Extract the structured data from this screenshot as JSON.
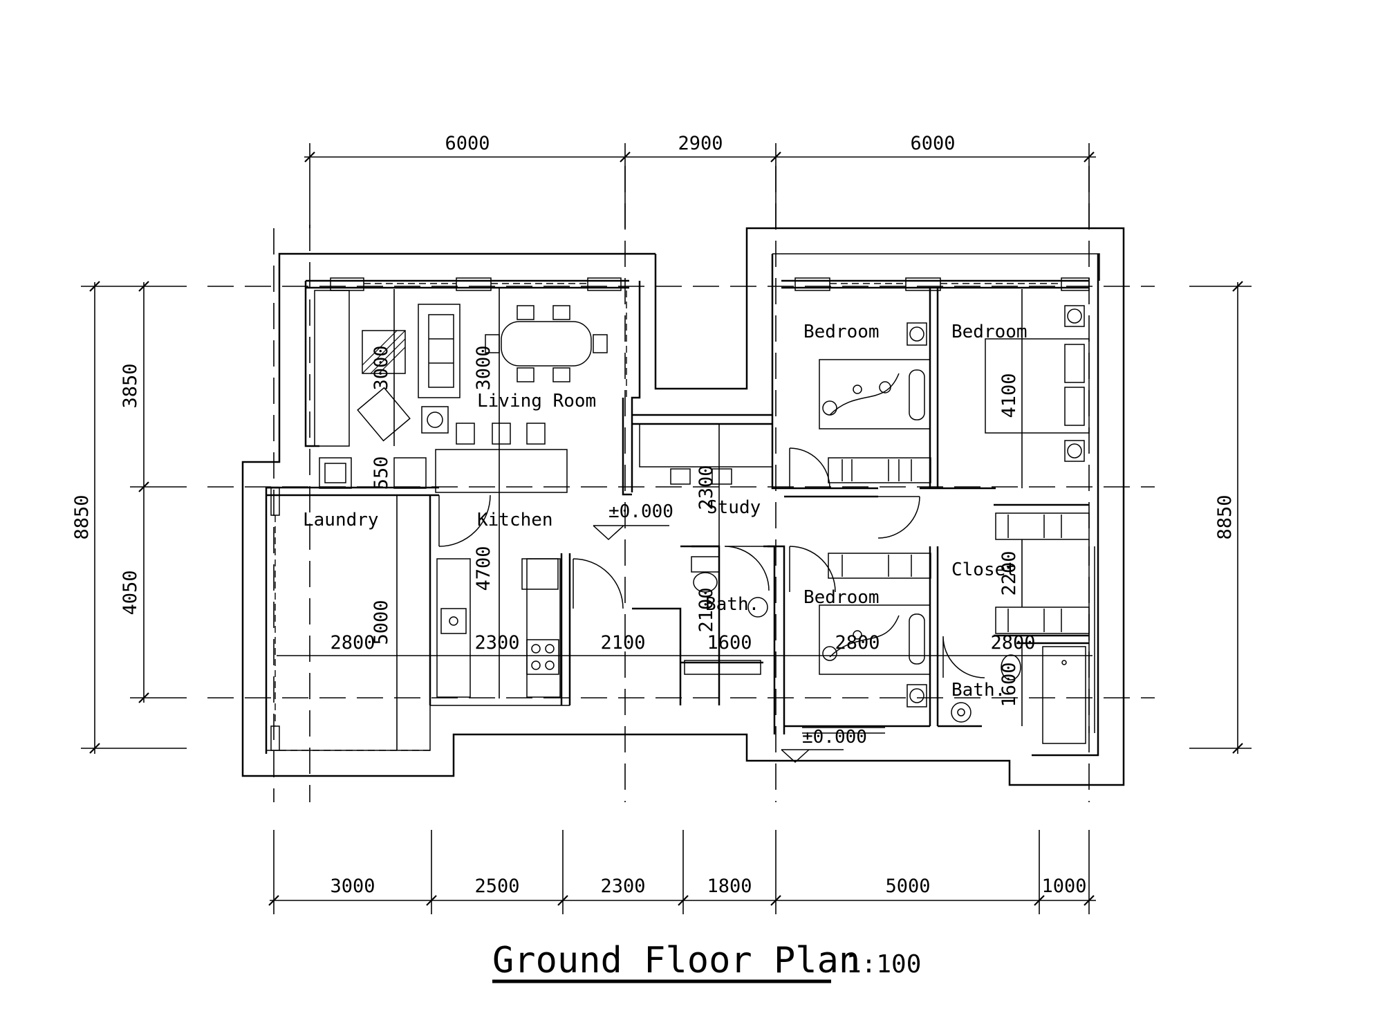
{
  "rooms": {
    "living_room": "Living Room",
    "kitchen": "Kitchen",
    "laundry": "Laundry",
    "study": "Study",
    "bath_1": "Bath.",
    "bath_2": "Bath.",
    "bedroom_1": "Bedroom",
    "bedroom_2": "Bedroom",
    "bedroom_3": "Bedroom",
    "closet": "Closet"
  },
  "levels": {
    "main": "±0.000",
    "entry": "±0.000"
  },
  "dims_top": [
    "6000",
    "2900",
    "6000"
  ],
  "dims_bottom": [
    "3000",
    "2500",
    "2300",
    "1800",
    "5000",
    "1000"
  ],
  "dims_left": {
    "total": "8850",
    "upper": "3850",
    "lower": "4050"
  },
  "dims_right": {
    "total": "8850"
  },
  "dims_interior": {
    "living_1": "3000",
    "living_2": "3000",
    "counter": "550",
    "kitchen_h": "4700",
    "laundry_h": "5000",
    "study_h": "2300",
    "bath_h": "2100",
    "bedroom2_h": "4100",
    "closet_h": "2200",
    "bath2_h": "1600",
    "mid_1": "2800",
    "mid_2": "2300",
    "mid_3": "2100",
    "mid_4": "1600",
    "mid_5": "2800",
    "mid_6": "2800"
  },
  "title": {
    "main": "Ground Floor Plan",
    "scale": "1:100"
  }
}
